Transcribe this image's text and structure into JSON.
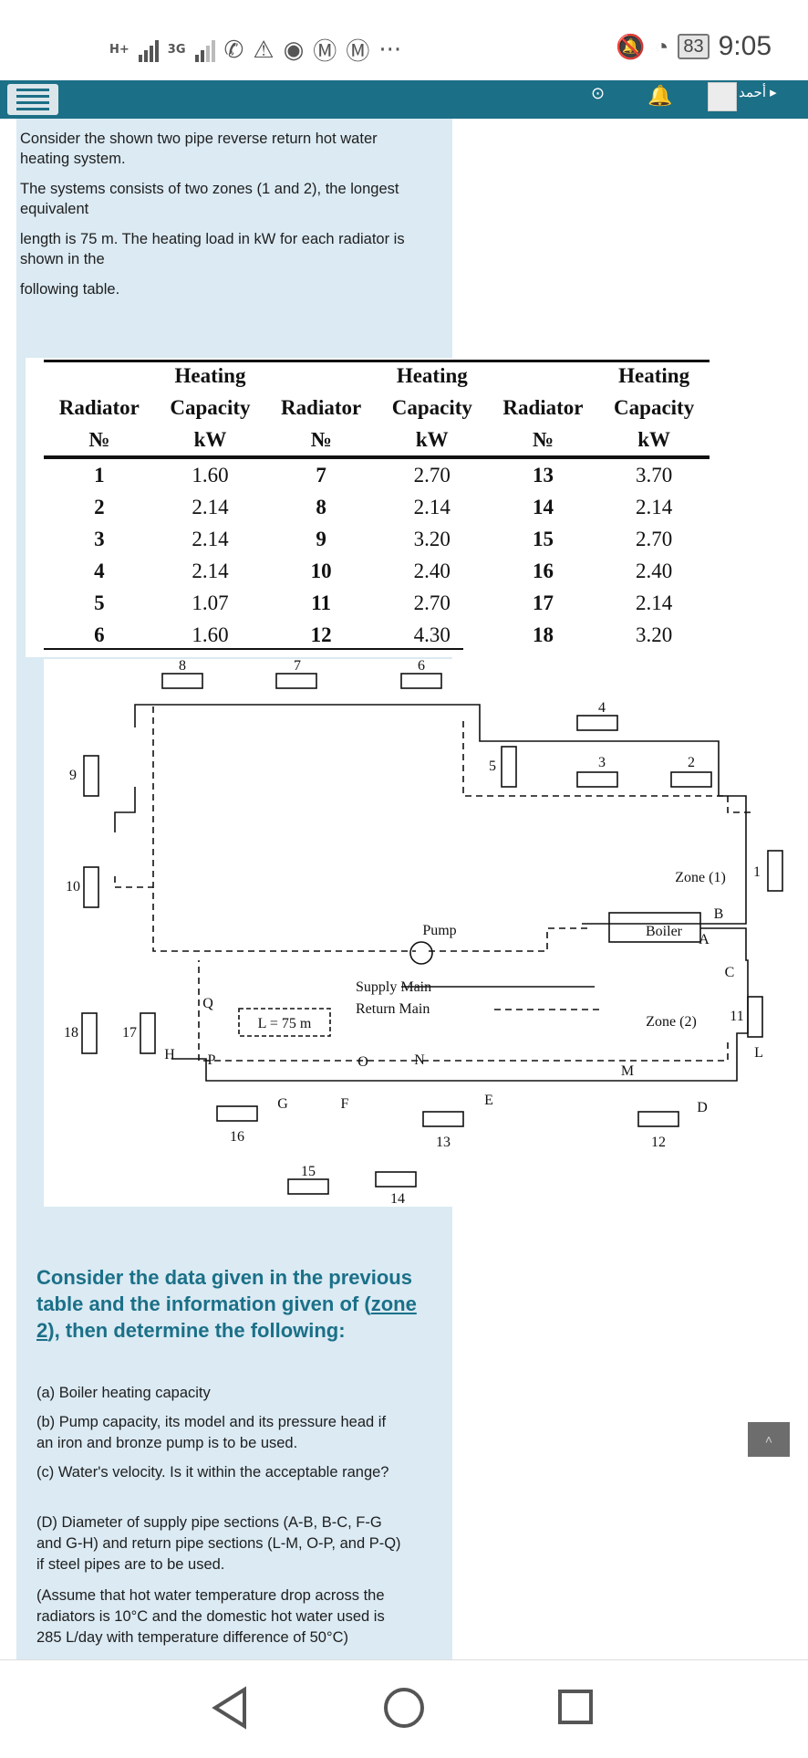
{
  "status_bar": {
    "network_1": "H+",
    "network_2": "3G",
    "battery": "83",
    "time": "9:05"
  },
  "top_bar": {
    "user_name": "أحمد"
  },
  "intro": [
    "Consider the shown two pipe reverse return hot water heating system.",
    " The systems consists of two zones (1 and 2), the longest equivalent",
    " length is 75 m. The heating load in kW for each radiator is shown in the",
    " following table."
  ],
  "table": {
    "header_row1": [
      "",
      "Heating",
      "",
      "Heating",
      "",
      "Heating"
    ],
    "header_row2": [
      "Radiator",
      "Capacity",
      "Radiator",
      "Capacity",
      "Radiator",
      "Capacity"
    ],
    "header_row3": [
      "№",
      "kW",
      "№",
      "kW",
      "№",
      "kW"
    ],
    "rows": [
      [
        "1",
        "1.60",
        "7",
        "2.70",
        "13",
        "3.70"
      ],
      [
        "2",
        "2.14",
        "8",
        "2.14",
        "14",
        "2.14"
      ],
      [
        "3",
        "2.14",
        "9",
        "3.20",
        "15",
        "2.70"
      ],
      [
        "4",
        "2.14",
        "10",
        "2.40",
        "16",
        "2.40"
      ],
      [
        "5",
        "1.07",
        "11",
        "2.70",
        "17",
        "2.14"
      ],
      [
        "6",
        "1.60",
        "12",
        "4.30",
        "18",
        "3.20"
      ]
    ]
  },
  "diagram": {
    "radiators": [
      "1",
      "2",
      "3",
      "4",
      "5",
      "6",
      "7",
      "8",
      "9",
      "10",
      "11",
      "12",
      "13",
      "14",
      "15",
      "16",
      "17",
      "18"
    ],
    "points": [
      "A",
      "B",
      "C",
      "D",
      "E",
      "F",
      "G",
      "H",
      "L",
      "M",
      "N",
      "O",
      "P",
      "Q"
    ],
    "pump": "Pump",
    "boiler": "Boiler",
    "zone1": "Zone (1)",
    "zone2": "Zone (2)",
    "supply_main": "Supply Main",
    "return_main": "Return Main",
    "length": "L = 75 m"
  },
  "question": {
    "heading_before": "Consider the data given in the previous table and the information given of (",
    "heading_link": "zone 2",
    "heading_after": "), then determine the following:",
    "items": [
      "(a) Boiler heating capacity",
      "(b) Pump capacity, its model and its pressure head if an iron and bronze pump is to be used.",
      "(c) Water's velocity. Is it within the acceptable range?",
      "(D) Diameter of  supply pipe sections (A-B, B-C, F-G and G-H) and return pipe sections (L-M, O-P, and P-Q) if steel pipes are to be used.",
      "(Assume that hot water temperature drop across the radiators is 10°C and the domestic hot water used is 285 L/day with temperature difference of 50°C)"
    ]
  },
  "colors": {
    "top_bar": "#1b6f86",
    "content_bg": "#dbeaf3",
    "question_text": "#1b7088"
  },
  "icons": {
    "menu": "hamburger-icon",
    "settings": "settings-icon",
    "notifications": "bell-icon",
    "back": "triangle-back-icon",
    "home": "circle-home-icon",
    "recents": "square-recents-icon"
  }
}
